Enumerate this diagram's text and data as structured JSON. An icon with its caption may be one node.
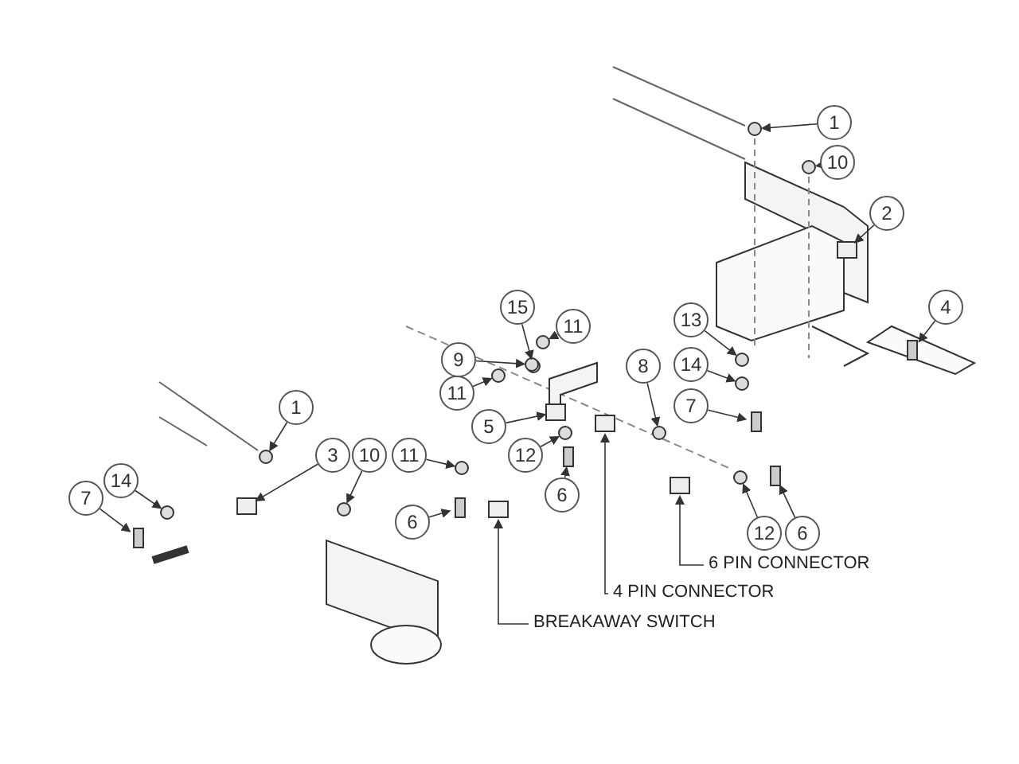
{
  "diagram": {
    "nodes": [
      {
        "text": [
          "1"
        ]
      },
      {
        "text": [
          "10"
        ]
      },
      {
        "text": [
          "2"
        ]
      },
      {
        "text": [
          "13"
        ]
      },
      {
        "text": [
          "15"
        ]
      },
      {
        "text": [
          "11"
        ]
      },
      {
        "text": [
          "4"
        ]
      },
      {
        "text": [
          "9"
        ]
      },
      {
        "text": [
          "8"
        ]
      },
      {
        "text": [
          "14"
        ]
      },
      {
        "text": [
          "11"
        ]
      },
      {
        "text": [
          "7"
        ]
      },
      {
        "text": [
          "5"
        ]
      },
      {
        "text": [
          "1"
        ]
      },
      {
        "text": [
          "3"
        ]
      },
      {
        "text": [
          "10"
        ]
      },
      {
        "text": [
          "11"
        ]
      },
      {
        "text": [
          "12"
        ]
      },
      {
        "text": [
          "6"
        ]
      },
      {
        "text": [
          "14"
        ]
      },
      {
        "text": [
          "6"
        ]
      },
      {
        "text": [
          "7"
        ]
      },
      {
        "text": [
          "12"
        ]
      },
      {
        "text": [
          "6"
        ]
      },
      {
        "text": [
          "6 PIN CONNECTOR"
        ]
      },
      {
        "text": [
          "4 PIN CONNECTOR"
        ]
      },
      {
        "text": [
          "BREAKAWAY SWITCH"
        ]
      },
      {
        "text": [],
        "shape": "circle"
      },
      {
        "text": [],
        "shape": "circle"
      },
      {
        "text": [],
        "shape": "box"
      },
      {
        "text": [],
        "shape": "circle"
      },
      {
        "text": [],
        "shape": "circle"
      },
      {
        "text": [],
        "shape": "circle"
      },
      {
        "text": [],
        "shape": "bar"
      },
      {
        "text": [],
        "shape": "circle"
      },
      {
        "text": [],
        "shape": "circle"
      },
      {
        "text": [],
        "shape": "circle"
      },
      {
        "text": [],
        "shape": "circle"
      },
      {
        "text": [],
        "shape": "bar"
      },
      {
        "text": [],
        "shape": "box"
      },
      {
        "text": [],
        "shape": "circle"
      },
      {
        "text": [],
        "shape": "box"
      },
      {
        "text": [],
        "shape": "circle"
      },
      {
        "text": [],
        "shape": "circle"
      },
      {
        "text": [],
        "shape": "circle"
      },
      {
        "text": [],
        "shape": "bar"
      },
      {
        "text": [],
        "shape": "circle"
      },
      {
        "text": [],
        "shape": "bar"
      },
      {
        "text": [],
        "shape": "bar"
      },
      {
        "text": [],
        "shape": "circle"
      },
      {
        "text": [],
        "shape": "bar"
      },
      {
        "text": [],
        "shape": "box"
      },
      {
        "text": [],
        "shape": "box"
      },
      {
        "text": [],
        "shape": "box"
      }
    ],
    "edges": [
      {
        "from": 0,
        "to": 27,
        "arrow": "to"
      },
      {
        "from": 1,
        "to": 28,
        "arrow": "to"
      },
      {
        "from": 2,
        "to": 29,
        "arrow": "to"
      },
      {
        "from": 3,
        "to": 30,
        "arrow": "to"
      },
      {
        "from": 4,
        "to": 31,
        "arrow": "to"
      },
      {
        "from": 5,
        "to": 32,
        "arrow": "to"
      },
      {
        "from": 6,
        "to": 33,
        "arrow": "to"
      },
      {
        "from": 7,
        "to": 34,
        "arrow": "to"
      },
      {
        "from": 8,
        "to": 35,
        "arrow": "to"
      },
      {
        "from": 9,
        "to": 36,
        "arrow": "to"
      },
      {
        "from": 10,
        "to": 37,
        "arrow": "to"
      },
      {
        "from": 11,
        "to": 38,
        "arrow": "to"
      },
      {
        "from": 12,
        "to": 39,
        "arrow": "to"
      },
      {
        "from": 13,
        "to": 40,
        "arrow": "to"
      },
      {
        "from": 14,
        "to": 41,
        "arrow": "to"
      },
      {
        "from": 15,
        "to": 42,
        "arrow": "to"
      },
      {
        "from": 16,
        "to": 43,
        "arrow": "to"
      },
      {
        "from": 17,
        "to": 44,
        "arrow": "to"
      },
      {
        "from": 18,
        "to": 45,
        "arrow": "to"
      },
      {
        "from": 19,
        "to": 46,
        "arrow": "to"
      },
      {
        "from": 20,
        "to": 47,
        "arrow": "to"
      },
      {
        "from": 21,
        "to": 48,
        "arrow": "to"
      },
      {
        "from": 22,
        "to": 49,
        "arrow": "to"
      },
      {
        "from": 23,
        "to": 50,
        "arrow": "to"
      },
      {
        "from": 24,
        "to": 51,
        "arrow": "to"
      },
      {
        "from": 25,
        "to": 52,
        "arrow": "to"
      },
      {
        "from": 26,
        "to": 53,
        "arrow": "to"
      }
    ]
  }
}
